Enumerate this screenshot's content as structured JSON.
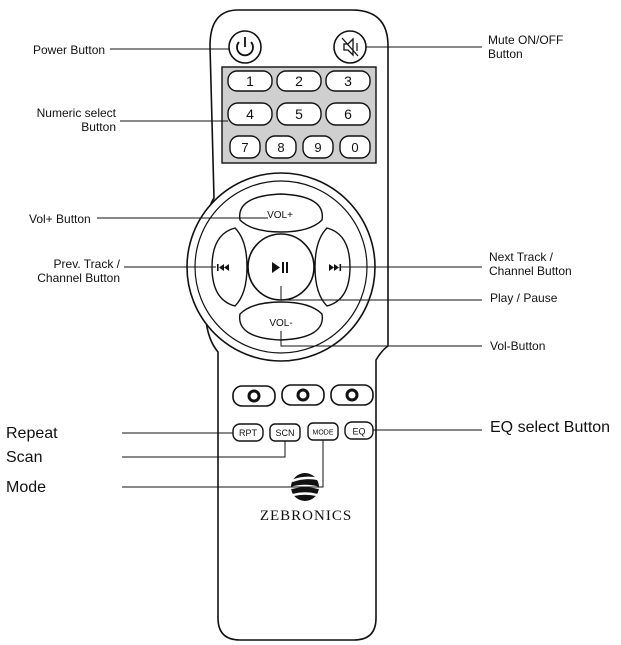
{
  "labels": {
    "power": "Power Button",
    "mute_line1": "Mute ON/OFF",
    "mute_line2": "Button",
    "numeric_line1": "Numeric select",
    "numeric_line2": "Button",
    "vol_plus": "Vol+ Button",
    "prev_line1": "Prev. Track /",
    "prev_line2": "Channel Button",
    "next_line1": "Next Track /",
    "next_line2": "Channel Button",
    "play_pause": "Play / Pause",
    "vol_minus": "Vol-Button",
    "repeat": "Repeat",
    "scan": "Scan",
    "mode": "Mode",
    "eq_select": "EQ select Button"
  },
  "remote": {
    "number_keys": [
      "1",
      "2",
      "3",
      "4",
      "5",
      "6",
      "7",
      "8",
      "9",
      "0"
    ],
    "vol_plus_key": "VOL+",
    "vol_minus_key": "VOL-",
    "function_keys": [
      "RPT",
      "SCN",
      "MODE",
      "EQ"
    ],
    "brand": "ZEBRONICS"
  },
  "colors": {
    "ink": "#111111",
    "background": "#ffffff",
    "keypad_fill": "#cfcfcf"
  },
  "icons": {
    "power": "power-icon",
    "mute": "mute-icon",
    "prev": "previous-track-icon",
    "next": "next-track-icon",
    "play_pause": "play-pause-icon",
    "logo": "zebronics-logo-icon"
  }
}
